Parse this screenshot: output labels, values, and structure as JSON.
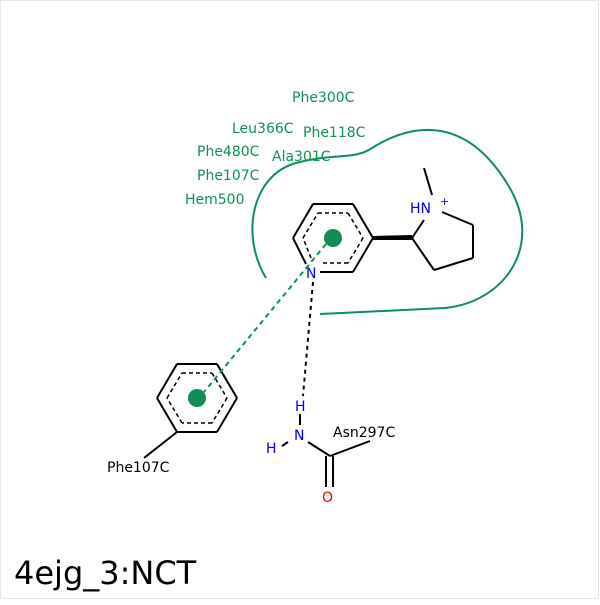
{
  "title": "4ejg_3:NCT",
  "residues": {
    "phe300c": "Phe300C",
    "leu366c": "Leu366C",
    "phe118c": "Phe118C",
    "phe480c": "Phe480C",
    "ala301c": "Ala301C",
    "phe107c_top": "Phe107C",
    "hem500": "Hem500",
    "phe107c": "Phe107C",
    "asn297c": "Asn297C"
  },
  "atoms": {
    "nh_plus": "HN",
    "plus": "+",
    "n_pyridine": "N",
    "h_bond": "H",
    "n_amide": "N",
    "h_amide": "H",
    "o_carbonyl": "O"
  },
  "colors": {
    "hydrophobic": "#0f8f55",
    "nitrogen": "#0000ee",
    "oxygen": "#ee0000",
    "bond": "#000000"
  }
}
